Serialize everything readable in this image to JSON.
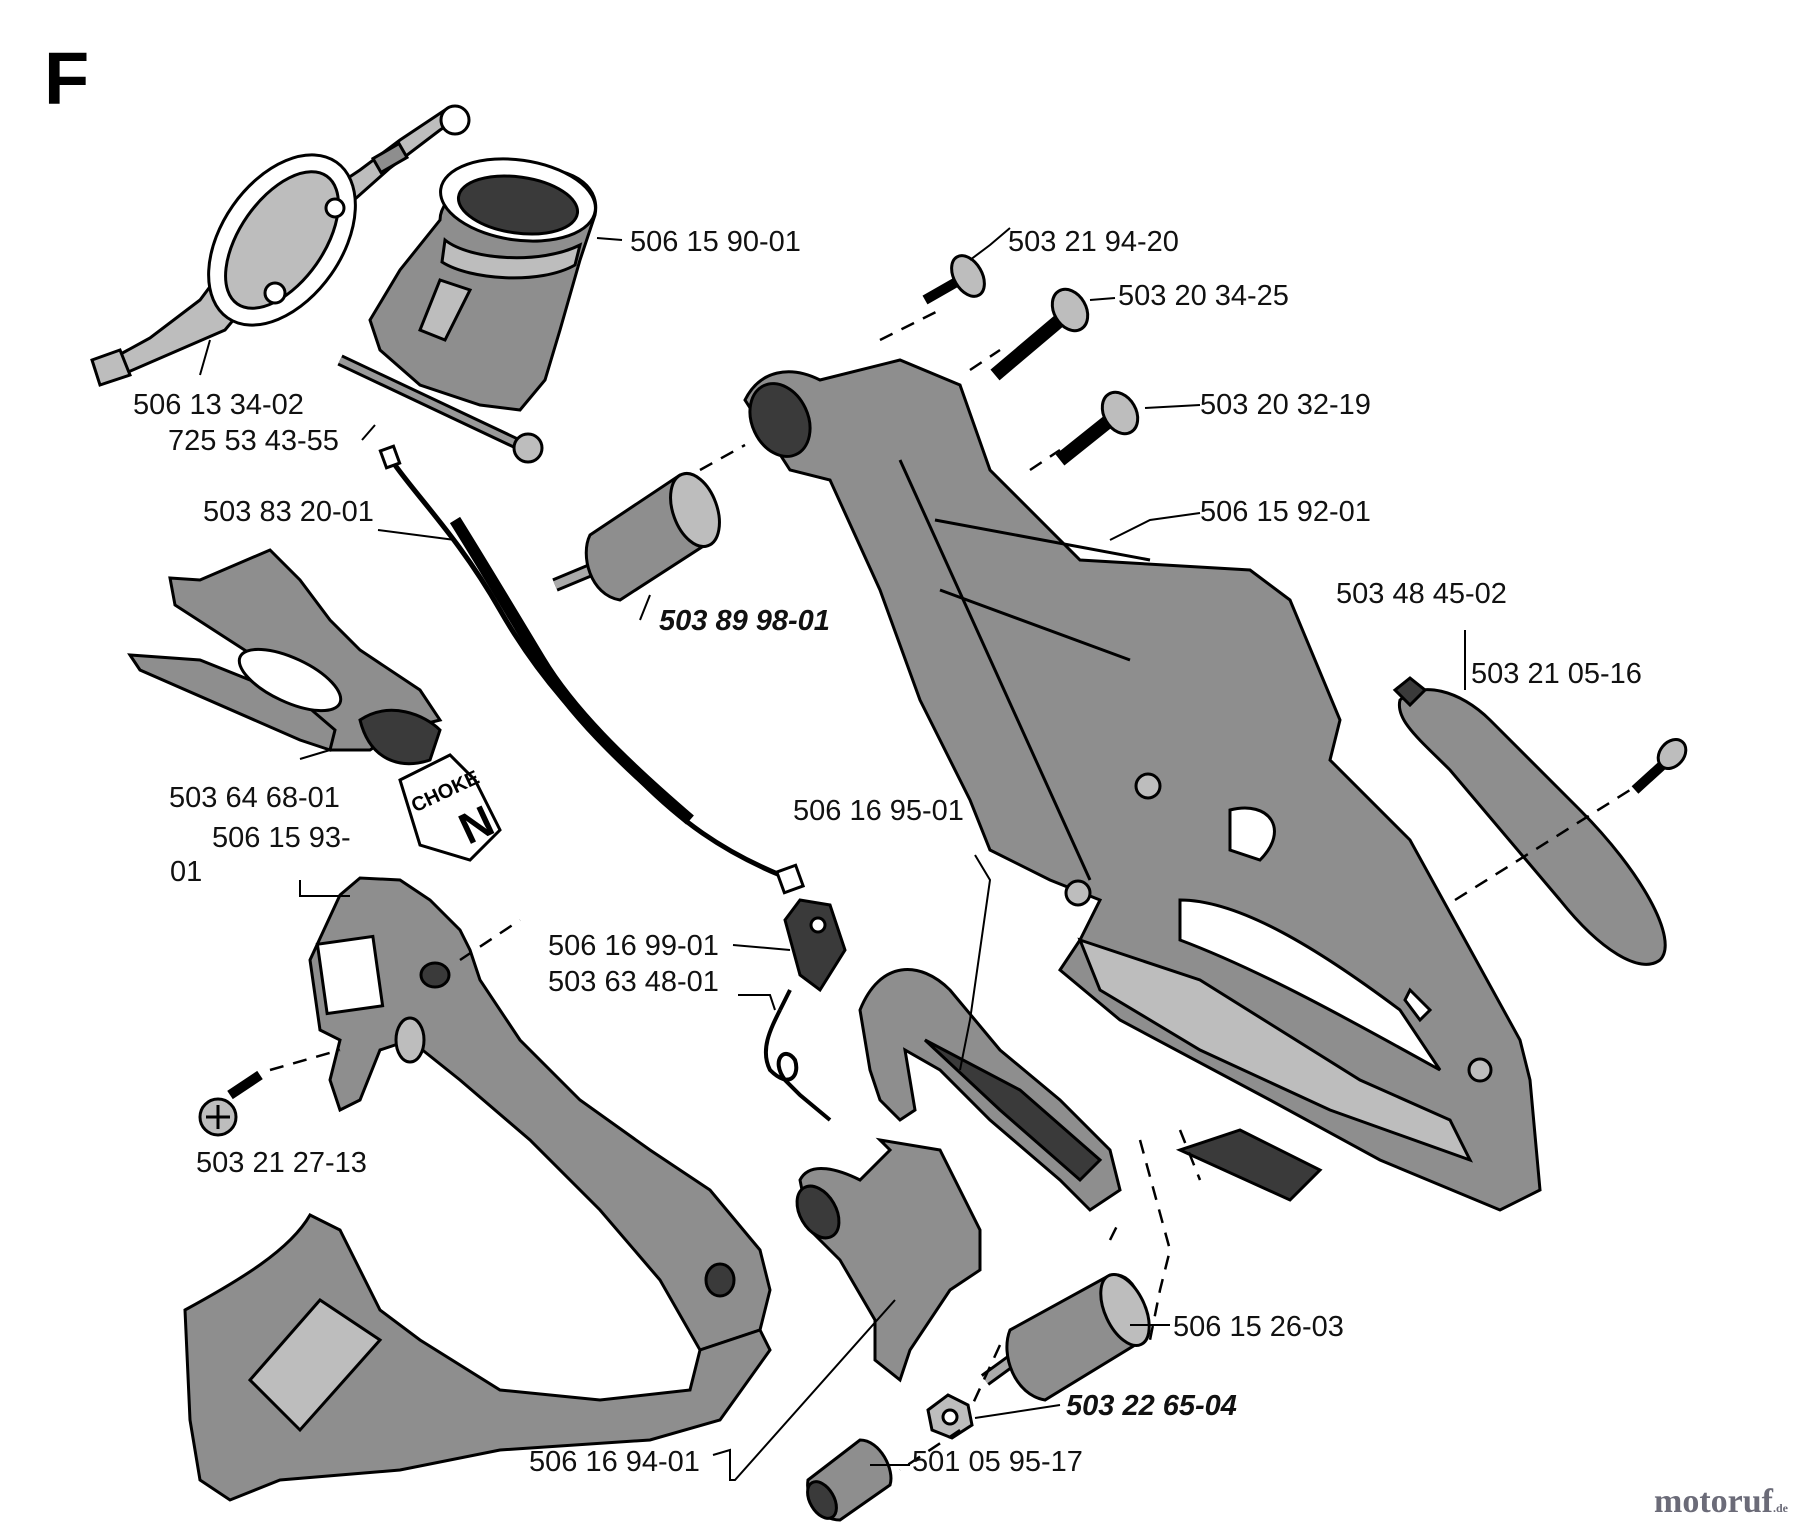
{
  "sheet_letter": "F",
  "brand": {
    "name": "motoruf",
    "tld": ".de"
  },
  "choke_text": "CHOKE",
  "part_labels": [
    {
      "id": "l1",
      "text": "506 15 90-01",
      "bold": false
    },
    {
      "id": "l2",
      "text": "503 21 94-20",
      "bold": false
    },
    {
      "id": "l3",
      "text": "503 20 34-25",
      "bold": false
    },
    {
      "id": "l4",
      "text": "506 13 34-02",
      "bold": false
    },
    {
      "id": "l5",
      "text": "725 53 43-55",
      "bold": false
    },
    {
      "id": "l6",
      "text": "503 20 32-19",
      "bold": false
    },
    {
      "id": "l7",
      "text": "503 83 20-01",
      "bold": false
    },
    {
      "id": "l8",
      "text": "506 15 92-01",
      "bold": false
    },
    {
      "id": "l9",
      "text": "503 89 98-01",
      "bold": true
    },
    {
      "id": "l10",
      "text": "503 48 45-02",
      "bold": false
    },
    {
      "id": "l11",
      "text": "503 21 05-16",
      "bold": false
    },
    {
      "id": "l12",
      "text": "503 64 68-01",
      "bold": false
    },
    {
      "id": "l13",
      "text": "506 16 95-01",
      "bold": false
    },
    {
      "id": "l14",
      "text": "506 15 93-",
      "bold": false
    },
    {
      "id": "l15",
      "text": "01",
      "bold": false
    },
    {
      "id": "l16",
      "text": "506 16 99-01",
      "bold": false
    },
    {
      "id": "l17",
      "text": "503 63 48-01",
      "bold": false
    },
    {
      "id": "l18",
      "text": "503 21 27-13",
      "bold": false
    },
    {
      "id": "l19",
      "text": "506 15 26-03",
      "bold": false
    },
    {
      "id": "l20",
      "text": "503 22 65-04",
      "bold": true
    },
    {
      "id": "l21",
      "text": "506 16 94-01",
      "bold": false
    },
    {
      "id": "l22",
      "text": "501 05 95-17",
      "bold": false
    }
  ]
}
